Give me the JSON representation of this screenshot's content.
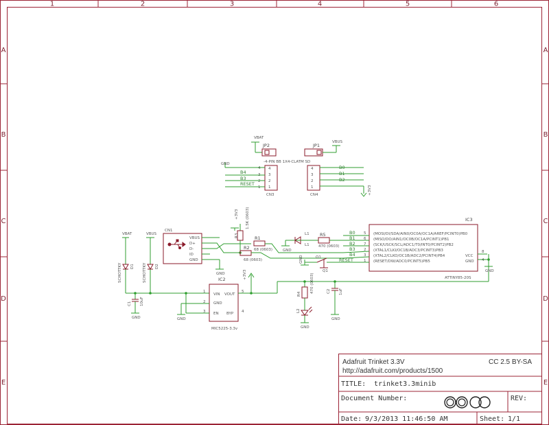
{
  "grid": {
    "columns": [
      "1",
      "2",
      "3",
      "4",
      "5",
      "6"
    ],
    "rows": [
      "A",
      "B",
      "C",
      "D",
      "E"
    ]
  },
  "connectors": {
    "jp2": "JP2",
    "jp1": "JP1",
    "top_note": "-4-PIN BB 1X4-CLATM SD",
    "cn3": "CN3",
    "cn4": "CN4",
    "cn3_nets": [
      "B4",
      "B3",
      "RESET"
    ],
    "cn4_nets": [
      "B0",
      "B1",
      "B2"
    ],
    "pin_nums": [
      "4",
      "3",
      "2",
      "1"
    ]
  },
  "power": {
    "vbat": "VBAT",
    "vbus": "VBUS",
    "gnd": "GND",
    "v33": "+3V3"
  },
  "usb": {
    "name": "CN1",
    "pins": [
      "VBUS",
      "D+",
      "D-",
      "ID",
      "GND"
    ]
  },
  "resistors": {
    "r1": "R1",
    "r1_val": "68 (0603)",
    "r2": "R2",
    "r2_val": "68 (0603)",
    "r3": "R3",
    "r3_val": "1.5K (0603)",
    "r5": "R5",
    "r5_val": "470 (0603)",
    "r4": "R4",
    "r4_val": "470 (0603)"
  },
  "diodes": {
    "d1": "D1",
    "d1_val": "SCHOTTKY",
    "d2": "D2",
    "d2_val": "SCHOTTKY",
    "l1": "L1",
    "l2": "L2",
    "q1": "Q1"
  },
  "caps": {
    "c1": "C1",
    "c1_val": "10uF",
    "c2": "C2",
    "c2_val": "1uF"
  },
  "ic2": {
    "name": "IC2",
    "model": "MIC5225-3.3v",
    "pins_left": [
      "VIN",
      "GND",
      "EN"
    ],
    "pins_right": [
      "VOUT",
      "BYP"
    ],
    "pin_nums_left": [
      "1",
      "2",
      "3"
    ],
    "pin_nums_right": [
      "5",
      "4"
    ]
  },
  "ic3": {
    "name": "IC3",
    "model": "ATTINY85-20S",
    "pins": [
      "(MOSI/DI/SDA/AIN0/OC0A/OC1A/AREF/PCINT0)PB0",
      "(MISO/DO/AIN1/OC0B/OC1A/PCINT1)PB1",
      "(SCK/USCK/SCL/ADC1/T0/INT0/PCINT2)PB2",
      "(XTAL1/CLKI/OC1B/ADC3/PCINT3)PB3",
      "(XTAL2/CLKO/OC1B/ADC2/PCINT4)PB4",
      "(RESET/DW/ADC0/PCINT5)PB5"
    ],
    "pin_nums": [
      "5",
      "6",
      "7",
      "2",
      "3",
      "1"
    ],
    "nets": [
      "B0",
      "B1",
      "B2",
      "B3",
      "B4",
      "RESET"
    ],
    "vcc": "VCC",
    "gnd": "GND",
    "vcc_num": "8",
    "gnd_num": "4",
    "reset_lbl": "RESET"
  },
  "titleblock": {
    "project": "Adafruit Trinket 3.3V",
    "license": "CC 2.5 BY-SA",
    "url": "http://adafruit.com/products/1500",
    "title_label": "TITLE:",
    "title_value": "trinket3.3minib",
    "docnum_label": "Document Number:",
    "rev_label": "REV:",
    "date_label": "Date:",
    "date_value": "9/3/2013 11:46:50 AM",
    "sheet_label": "Sheet:",
    "sheet_value": "1/1"
  }
}
